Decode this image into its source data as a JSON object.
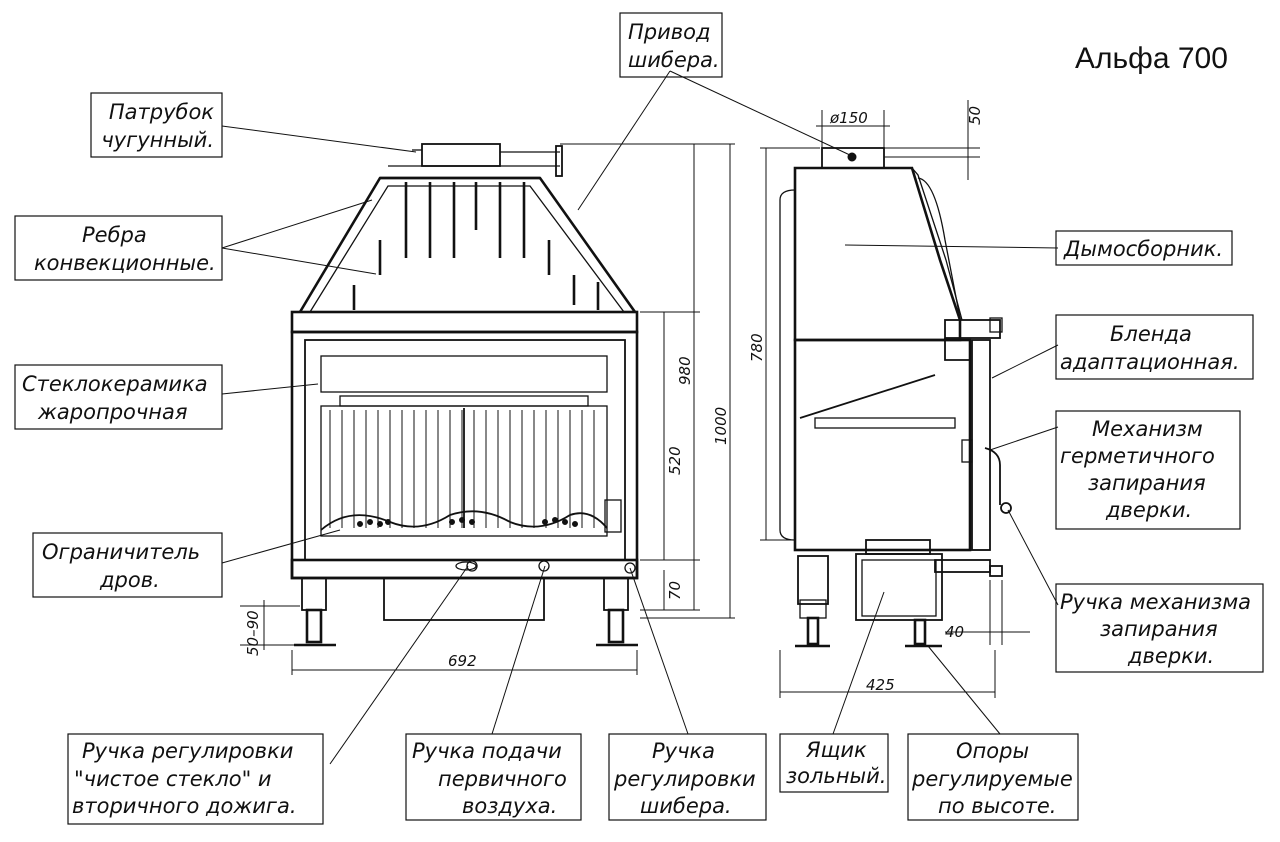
{
  "title": "Альфа 700",
  "labels": {
    "patrubok": [
      "Патрубок",
      "чугунный."
    ],
    "rebra": [
      "Ребра",
      "конвекционные."
    ],
    "steklo": [
      "Стеклокерамика",
      "жаропрочная"
    ],
    "ogranichitel": [
      "Ограничитель",
      "дров."
    ],
    "privod": [
      "Привод",
      "шибера."
    ],
    "dymosbornik": [
      "Дымосборник."
    ],
    "blenda": [
      "Бленда",
      "адаптационная."
    ],
    "mekhanizm": [
      "Механизм",
      "герметичного",
      "запирания",
      "дверки."
    ],
    "ruchka_mekh": [
      "Ручка механизма",
      "запирания",
      "дверки."
    ],
    "ruchka_chistoe": [
      "Ручка регулировки",
      "\"чистое стекло\" и",
      "вторичного дожига."
    ],
    "ruchka_podachi": [
      "Ручка подачи",
      "первичного",
      "воздуха."
    ],
    "ruchka_shibera": [
      "Ручка",
      "регулировки",
      "шибера."
    ],
    "yashchik": [
      "Ящик",
      "зольный."
    ],
    "opory": [
      "Опоры",
      "регулируемые",
      "по высоте."
    ]
  },
  "dimensions": {
    "width_front": "692",
    "leg_range": "50–90",
    "h_980": "980",
    "h_1000": "1000",
    "h_520": "520",
    "h_70": "70",
    "h_780": "780",
    "d_150": "ø150",
    "h_50": "50",
    "d_40": "40",
    "depth_425": "425"
  }
}
